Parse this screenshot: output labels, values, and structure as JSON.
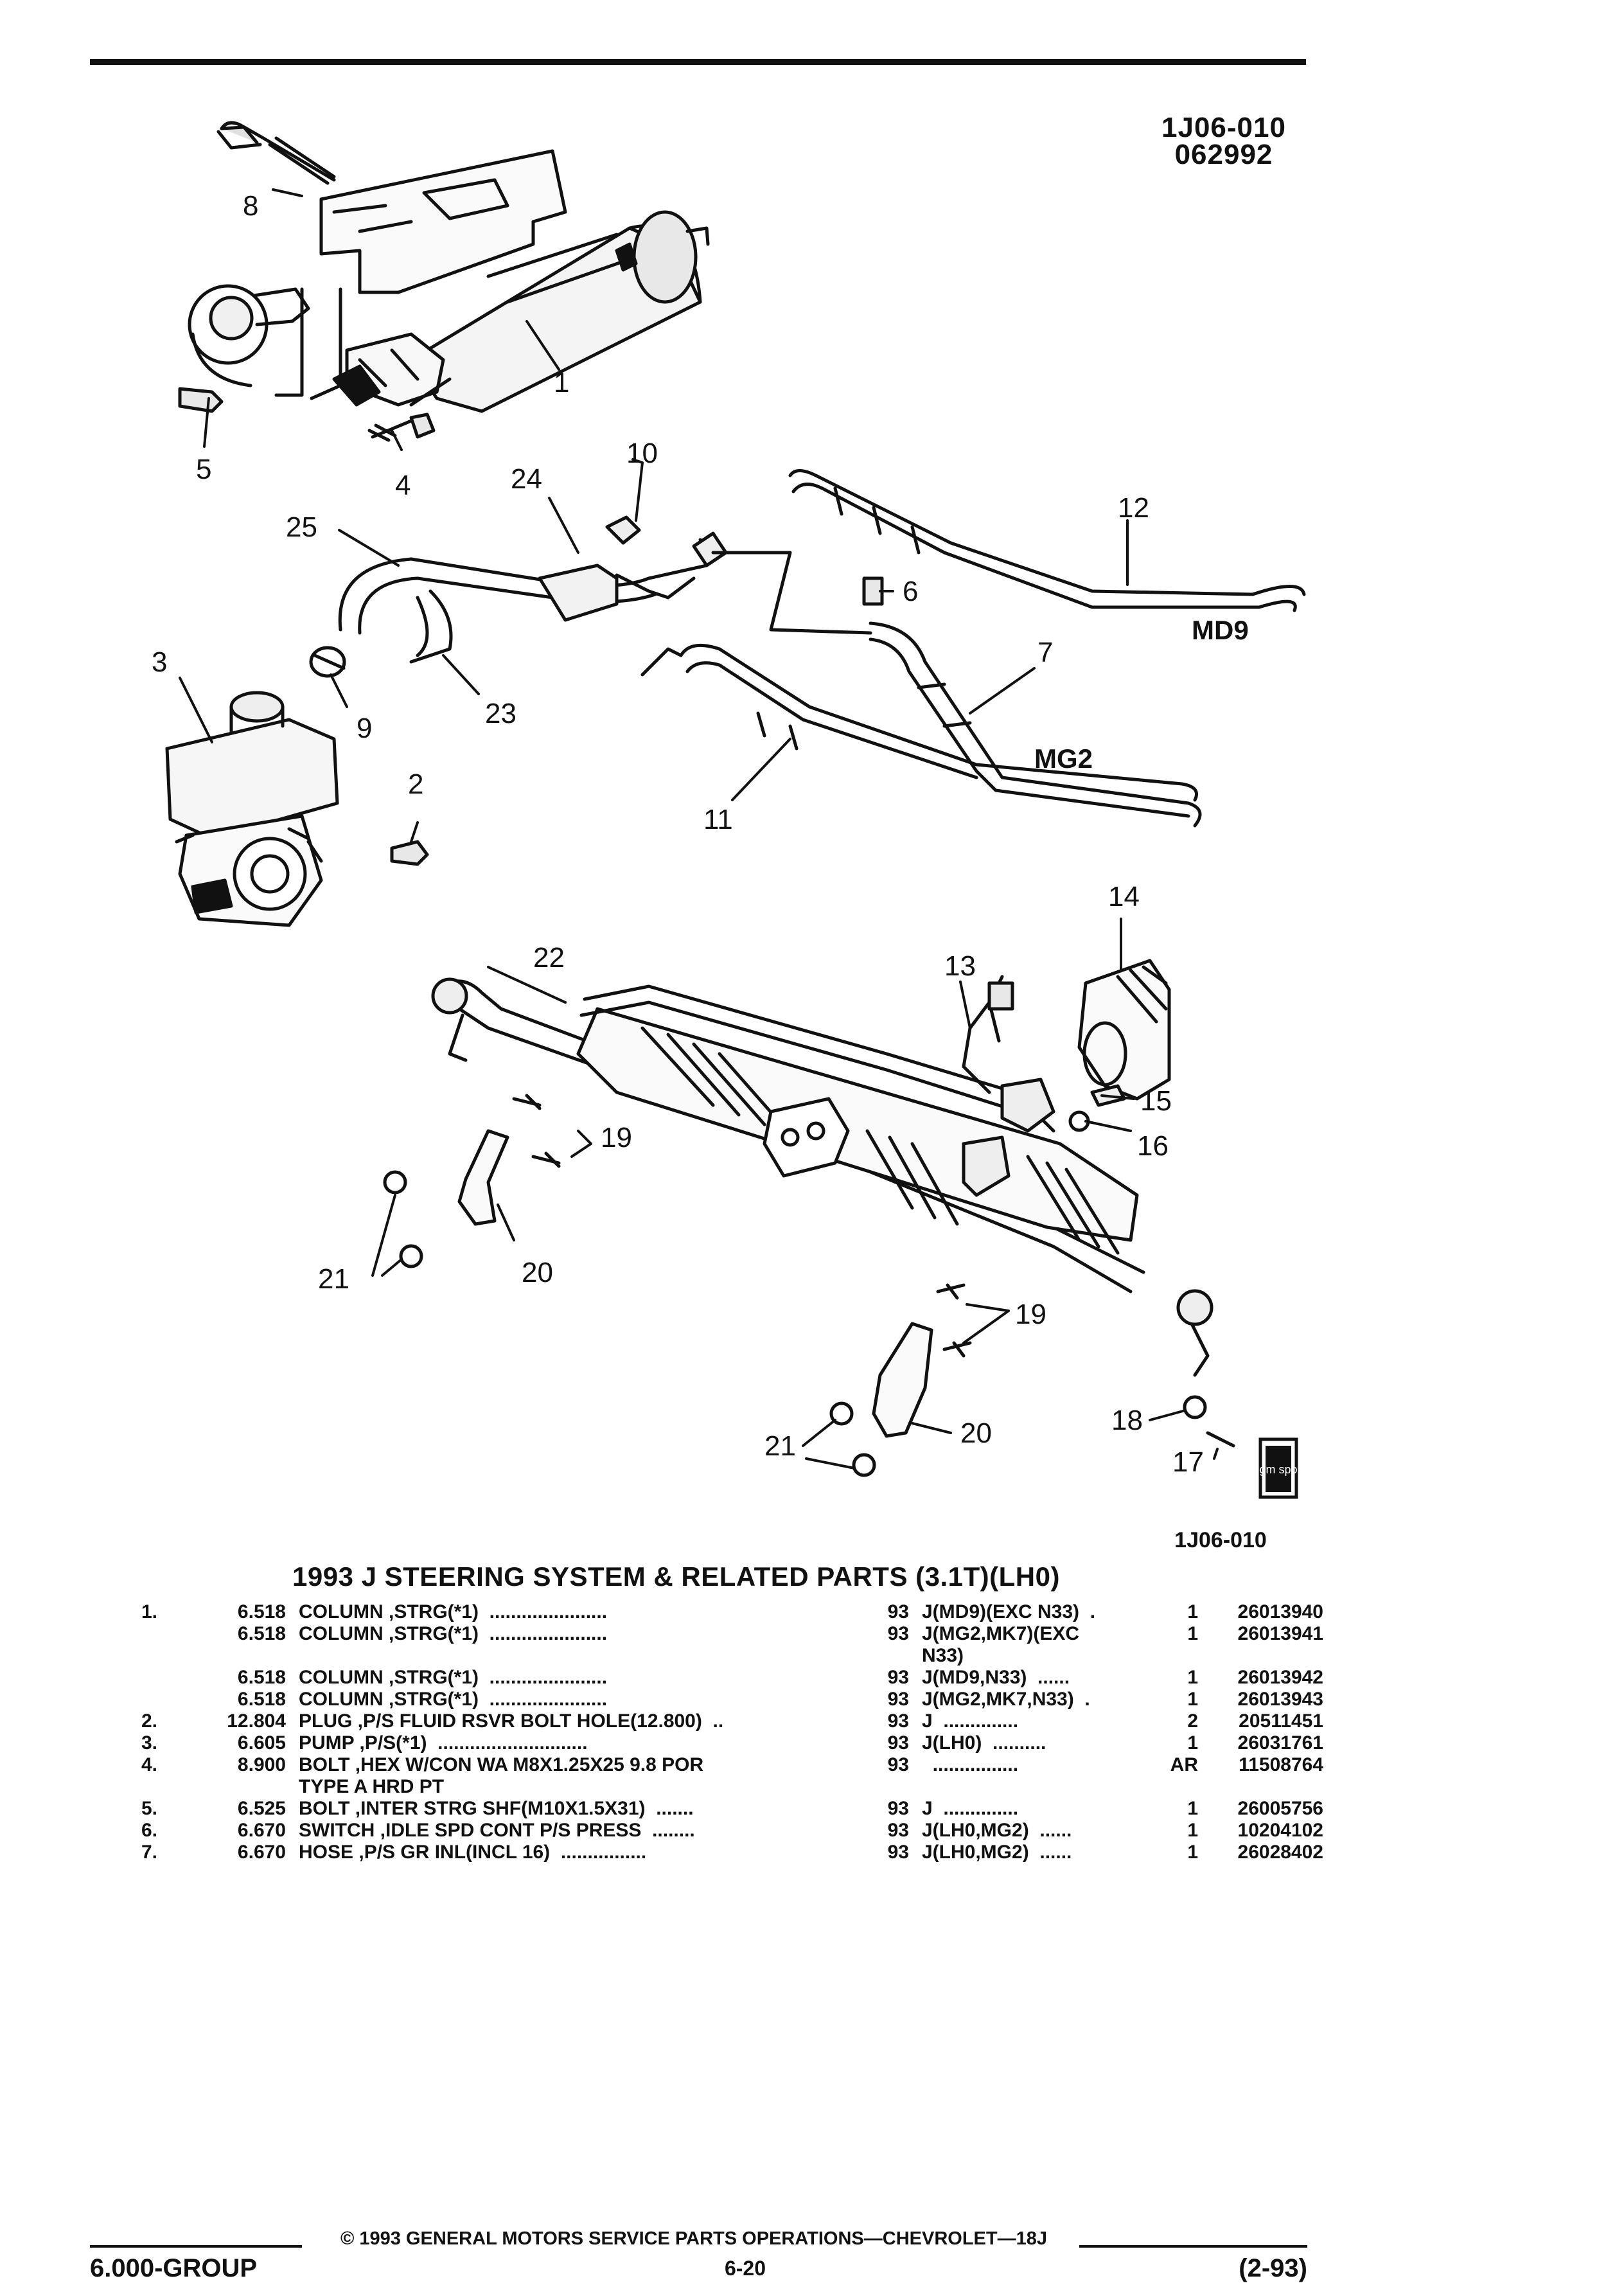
{
  "figure": {
    "code_top": "1J06-010",
    "date_code": "062992",
    "code_bottom": "1J06-010",
    "options": {
      "md9": "MD9",
      "mg2": "MG2"
    },
    "logo_text": "gm spo",
    "callouts": [
      "1",
      "2",
      "3",
      "4",
      "5",
      "6",
      "7",
      "8",
      "9",
      "10",
      "11",
      "12",
      "13",
      "14",
      "15",
      "16",
      "17",
      "18",
      "19",
      "19",
      "20",
      "20",
      "21",
      "21",
      "22",
      "23",
      "24",
      "25"
    ]
  },
  "table": {
    "title": "1993 J STEERING SYSTEM & RELATED PARTS (3.1T)(LH0)",
    "rows": [
      {
        "item": "1.",
        "group": "6.518",
        "desc": "COLUMN ,STRG(*1)  ......................",
        "year": "93",
        "app": "J(MD9)(EXC N33)  .",
        "qty": "1",
        "part": "26013940"
      },
      {
        "item": "",
        "group": "6.518",
        "desc": "COLUMN ,STRG(*1)  ......................",
        "year": "93",
        "app": "J(MG2,MK7)(EXC",
        "qty": "1",
        "part": "26013941"
      },
      {
        "item": "",
        "group": "",
        "desc": "",
        "year": "",
        "app": "N33)",
        "qty": "",
        "part": ""
      },
      {
        "item": "",
        "group": "6.518",
        "desc": "COLUMN ,STRG(*1)  ......................",
        "year": "93",
        "app": "J(MD9,N33)  ......",
        "qty": "1",
        "part": "26013942"
      },
      {
        "item": "",
        "group": "6.518",
        "desc": "COLUMN ,STRG(*1)  ......................",
        "year": "93",
        "app": "J(MG2,MK7,N33)  .",
        "qty": "1",
        "part": "26013943"
      },
      {
        "item": "2.",
        "group": "12.804",
        "desc": "PLUG ,P/S FLUID RSVR BOLT HOLE(12.800)  ..",
        "year": "93",
        "app": "J  ..............",
        "qty": "2",
        "part": "20511451"
      },
      {
        "item": "3.",
        "group": "6.605",
        "desc": "PUMP ,P/S(*1)  ............................",
        "year": "93",
        "app": "J(LH0)  ..........",
        "qty": "1",
        "part": "26031761"
      },
      {
        "item": "4.",
        "group": "8.900",
        "desc": "BOLT ,HEX W/CON WA M8X1.25X25 9.8 POR",
        "year": "93",
        "app": "  ................",
        "qty": "AR",
        "part": "11508764"
      },
      {
        "item": "",
        "group": "",
        "desc": "TYPE A HRD PT",
        "year": "",
        "app": "",
        "qty": "",
        "part": ""
      },
      {
        "item": "5.",
        "group": "6.525",
        "desc": "BOLT ,INTER STRG SHF(M10X1.5X31)  .......",
        "year": "93",
        "app": "J  ..............",
        "qty": "1",
        "part": "26005756"
      },
      {
        "item": "6.",
        "group": "6.670",
        "desc": "SWITCH ,IDLE SPD CONT P/S PRESS  ........",
        "year": "93",
        "app": "J(LH0,MG2)  ......",
        "qty": "1",
        "part": "10204102"
      },
      {
        "item": "7.",
        "group": "6.670",
        "desc": "HOSE ,P/S GR INL(INCL 16)  ................",
        "year": "93",
        "app": "J(LH0,MG2)  ......",
        "qty": "1",
        "part": "26028402"
      }
    ]
  },
  "footer": {
    "copyright": "© 1993 GENERAL MOTORS SERVICE PARTS OPERATIONS—CHEVROLET—18J",
    "group": "6.000-GROUP",
    "page": "6-20",
    "date": "(2-93)"
  }
}
